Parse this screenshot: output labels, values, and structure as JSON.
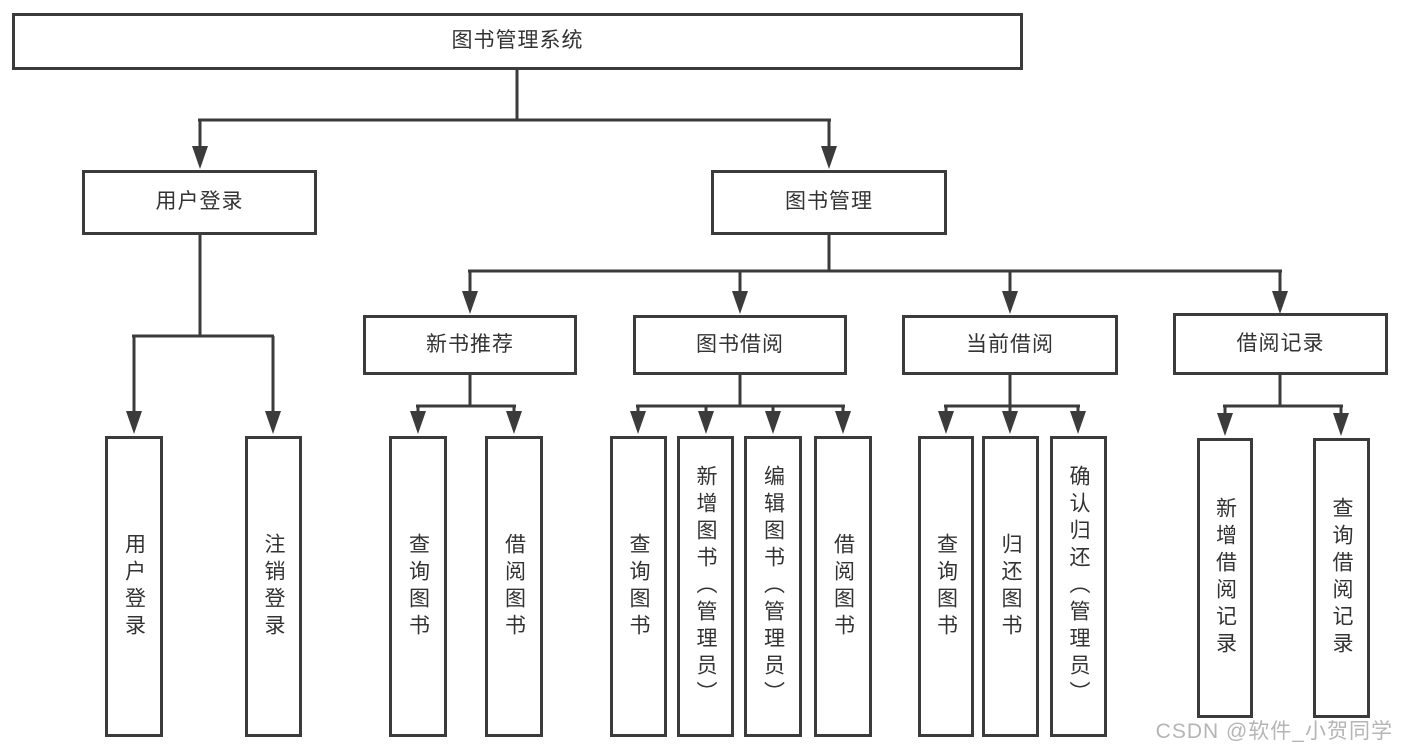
{
  "tree": {
    "root": {
      "label": "图书管理系统"
    },
    "level2": [
      {
        "label": "用户登录",
        "children": [
          "用户登录",
          "注销登录"
        ]
      },
      {
        "label": "图书管理"
      }
    ],
    "level3": [
      {
        "label": "新书推荐",
        "children": [
          "查询图书",
          "借阅图书"
        ]
      },
      {
        "label": "图书借阅",
        "children": [
          "查询图书",
          "新增图书（管理员）",
          "编辑图书（管理员）",
          "借阅图书"
        ]
      },
      {
        "label": "当前借阅",
        "children": [
          "查询图书",
          "归还图书",
          "确认归还（管理员）"
        ]
      },
      {
        "label": "借阅记录",
        "children": [
          "新增借阅记录",
          "查询借阅记录"
        ]
      }
    ]
  },
  "watermark": {
    "text": "CSDN @软件_小贺同学"
  },
  "colors": {
    "line": "#3b3b3b",
    "text": "#333333",
    "background": "#ffffff",
    "watermark": "#b5b5b5"
  }
}
